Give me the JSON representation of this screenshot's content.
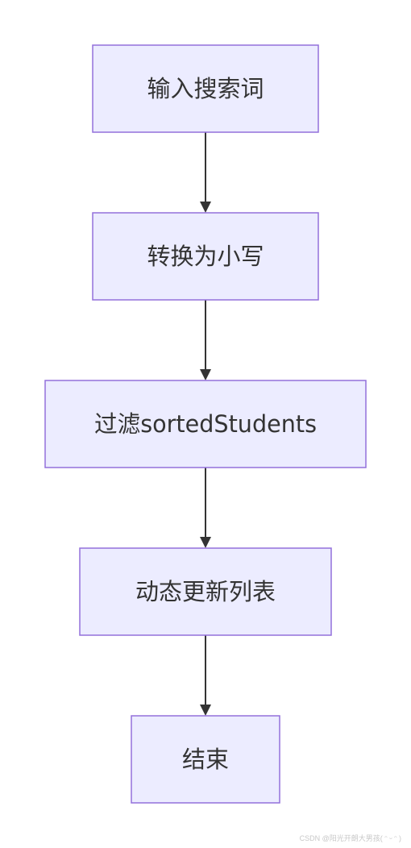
{
  "diagram": {
    "type": "flowchart",
    "direction": "top-to-bottom",
    "colors": {
      "node_fill": "#ECECFF",
      "node_border": "#9370DB",
      "text": "#333333",
      "edge": "#333333"
    },
    "nodes": [
      {
        "id": "input",
        "label": "输入搜索词"
      },
      {
        "id": "lowercase",
        "label": "转换为小写"
      },
      {
        "id": "filter",
        "label": "过滤sortedStudents"
      },
      {
        "id": "update",
        "label": "动态更新列表"
      },
      {
        "id": "end",
        "label": "结束"
      }
    ],
    "edges": [
      {
        "from": "input",
        "to": "lowercase"
      },
      {
        "from": "lowercase",
        "to": "filter"
      },
      {
        "from": "filter",
        "to": "update"
      },
      {
        "from": "update",
        "to": "end"
      }
    ]
  },
  "watermark": "CSDN @阳光开朗大男孩( ᵔ ᵕ ᵔ )"
}
